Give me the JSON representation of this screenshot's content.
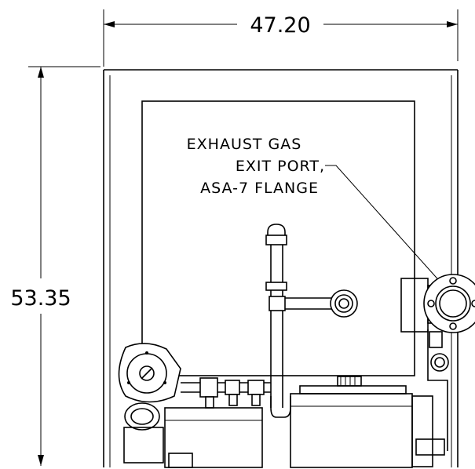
{
  "dimensions": {
    "width": "47.20",
    "height": "53.35"
  },
  "callout": {
    "line1": "EXHAUST GAS",
    "line2": "EXIT PORT,",
    "line3": "ASA-7 FLANGE"
  }
}
